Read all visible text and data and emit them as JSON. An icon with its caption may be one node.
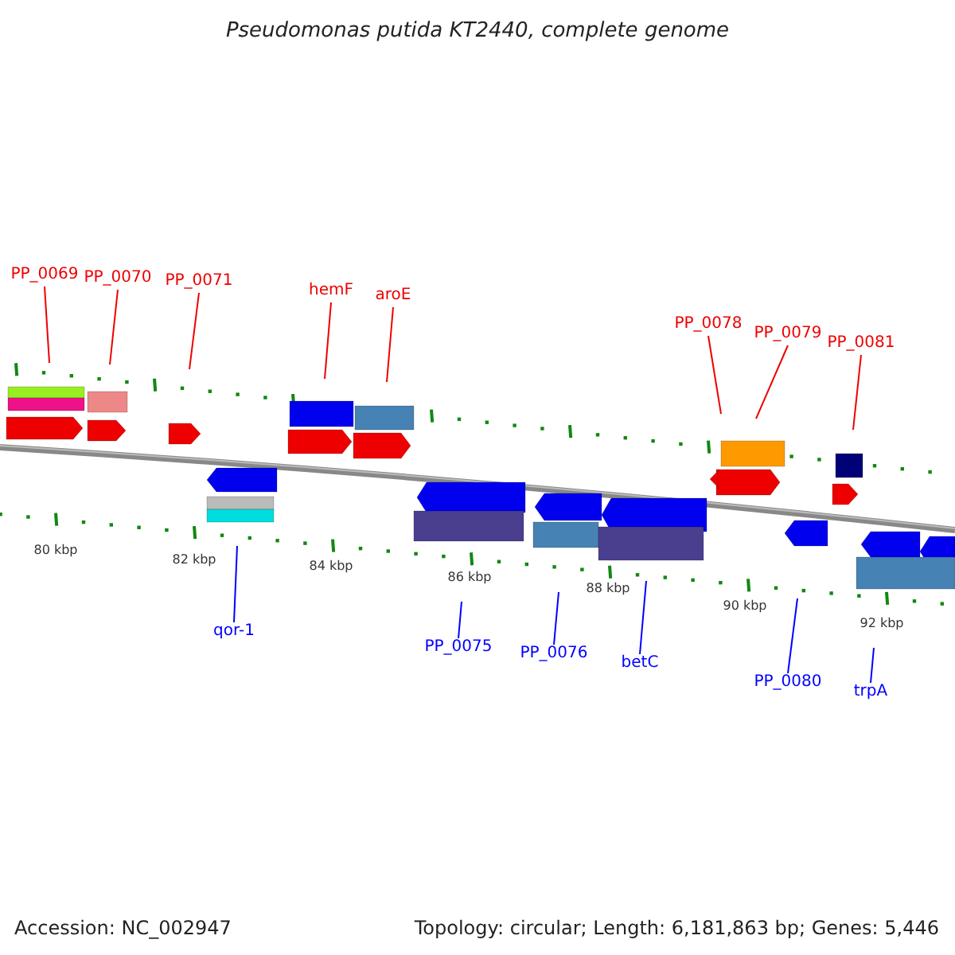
{
  "diagram": {
    "title": "Pseudomonas putida KT2440, complete genome",
    "nodes": [
      {
        "text": [
          "PP_0069"
        ]
      },
      {
        "text": [
          "PP_0070"
        ]
      },
      {
        "text": [
          "PP_0071"
        ]
      },
      {
        "text": [
          "hemF"
        ]
      },
      {
        "text": [
          "aroE"
        ]
      },
      {
        "text": [
          "PP_0078"
        ]
      },
      {
        "text": [
          "PP_0079"
        ]
      },
      {
        "text": [
          "PP_0081"
        ]
      },
      {
        "text": [
          "qor-1"
        ]
      },
      {
        "text": [
          "PP_0075"
        ]
      },
      {
        "text": [
          "PP_0076"
        ]
      },
      {
        "text": [
          "betC"
        ]
      },
      {
        "text": [
          "PP_0080"
        ]
      },
      {
        "text": [
          "trpA"
        ]
      }
    ],
    "edges": [
      {
        "from": 0,
        "to": null,
        "arrow": "none"
      },
      {
        "from": 1,
        "to": null,
        "arrow": "none"
      },
      {
        "from": 2,
        "to": null,
        "arrow": "none"
      },
      {
        "from": 3,
        "to": null,
        "arrow": "none"
      },
      {
        "from": 4,
        "to": null,
        "arrow": "none"
      },
      {
        "from": 5,
        "to": null,
        "arrow": "none"
      },
      {
        "from": 6,
        "to": null,
        "arrow": "none"
      },
      {
        "from": 7,
        "to": null,
        "arrow": "none"
      },
      {
        "from": 8,
        "to": null,
        "arrow": "none",
        "color": "#0000ff"
      },
      {
        "from": 9,
        "to": null,
        "arrow": "none",
        "color": "#0000ff"
      },
      {
        "from": 10,
        "to": null,
        "arrow": "none",
        "color": "#0000ff"
      },
      {
        "from": 11,
        "to": null,
        "arrow": "none",
        "color": "#0000ff"
      },
      {
        "from": 12,
        "to": null,
        "arrow": "none",
        "color": "#0000ff"
      },
      {
        "from": 13,
        "to": null,
        "arrow": "none",
        "color": "#0000ff"
      }
    ],
    "labels": [
      "80 kbp",
      "82 kbp",
      "84 kbp",
      "86 kbp",
      "88 kbp",
      "90 kbp",
      "92 kbp",
      "Accession: NC_002947",
      "Topology: circular; Length: 6,181,863 bp; Genes: 5,446"
    ]
  }
}
